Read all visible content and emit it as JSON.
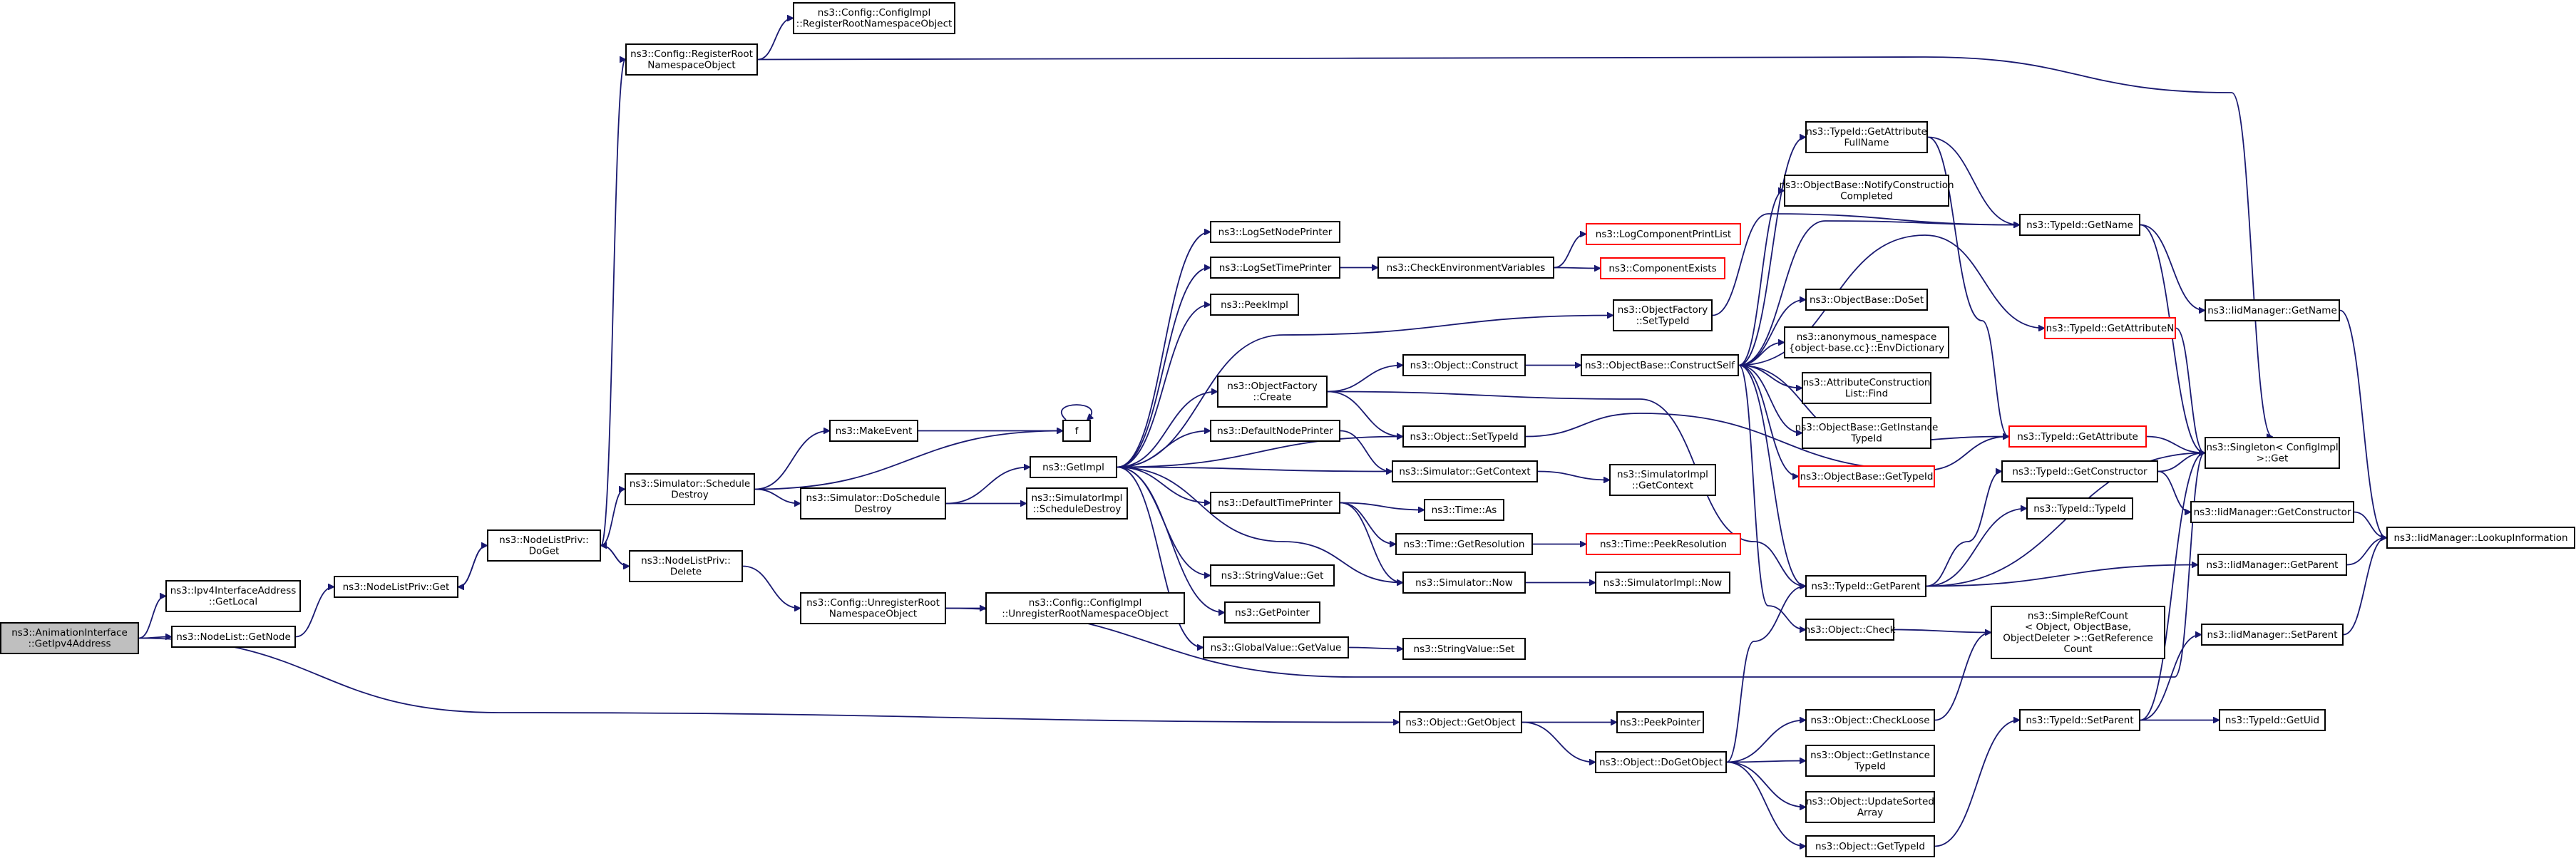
{
  "nodes": [
    {
      "id": "root",
      "lines": [
        "ns3::AnimationInterface",
        "::GetIpv4Address"
      ],
      "root": true
    },
    {
      "id": "ipv4local",
      "lines": [
        "ns3::Ipv4InterfaceAddress",
        "::GetLocal"
      ]
    },
    {
      "id": "nlgetnode",
      "lines": [
        "ns3::NodeList::GetNode"
      ]
    },
    {
      "id": "nlpget",
      "lines": [
        "ns3::NodeListPriv::Get"
      ]
    },
    {
      "id": "nlpdoget",
      "lines": [
        "ns3::NodeListPriv::",
        "DoGet"
      ]
    },
    {
      "id": "nlpdelete",
      "lines": [
        "ns3::NodeListPriv::",
        "Delete"
      ]
    },
    {
      "id": "cfgreg",
      "lines": [
        "ns3::Config::RegisterRoot",
        "NamespaceObject"
      ]
    },
    {
      "id": "cfgimplreg",
      "lines": [
        "ns3::Config::ConfigImpl",
        "::RegisterRootNamespaceObject"
      ]
    },
    {
      "id": "simschedd",
      "lines": [
        "ns3::Simulator::Schedule",
        "Destroy"
      ]
    },
    {
      "id": "makeevent",
      "lines": [
        "ns3::MakeEvent"
      ]
    },
    {
      "id": "f",
      "lines": [
        "f"
      ]
    },
    {
      "id": "simdoschedd",
      "lines": [
        "ns3::Simulator::DoSchedule",
        "Destroy"
      ]
    },
    {
      "id": "getimpl",
      "lines": [
        "ns3::GetImpl"
      ]
    },
    {
      "id": "simimplschedd",
      "lines": [
        "ns3::SimulatorImpl",
        "::ScheduleDestroy"
      ]
    },
    {
      "id": "cfgunreg",
      "lines": [
        "ns3::Config::UnregisterRoot",
        "NamespaceObject"
      ]
    },
    {
      "id": "cfgimplunreg",
      "lines": [
        "ns3::Config::ConfigImpl",
        "::UnregisterRootNamespaceObject"
      ]
    },
    {
      "id": "objgetobj",
      "lines": [
        "ns3::Object::GetObject"
      ]
    },
    {
      "id": "logsetnode",
      "lines": [
        "ns3::LogSetNodePrinter"
      ]
    },
    {
      "id": "logsettime",
      "lines": [
        "ns3::LogSetTimePrinter"
      ]
    },
    {
      "id": "peekimpl",
      "lines": [
        "ns3::PeekImpl"
      ]
    },
    {
      "id": "objfcreate",
      "lines": [
        "ns3::ObjectFactory",
        "::Create"
      ]
    },
    {
      "id": "defnode",
      "lines": [
        "ns3::DefaultNodePrinter"
      ]
    },
    {
      "id": "deftime",
      "lines": [
        "ns3::DefaultTimePrinter"
      ]
    },
    {
      "id": "strvalget",
      "lines": [
        "ns3::StringValue::Get"
      ]
    },
    {
      "id": "getpointer",
      "lines": [
        "ns3::GetPointer"
      ]
    },
    {
      "id": "gvgetvalue",
      "lines": [
        "ns3::GlobalValue::GetValue"
      ]
    },
    {
      "id": "checkenv",
      "lines": [
        "ns3::CheckEnvironmentVariables"
      ]
    },
    {
      "id": "objconstruct",
      "lines": [
        "ns3::Object::Construct"
      ]
    },
    {
      "id": "objsettypeid",
      "lines": [
        "ns3::Object::SetTypeId"
      ]
    },
    {
      "id": "simgetctx",
      "lines": [
        "ns3::Simulator::GetContext"
      ]
    },
    {
      "id": "timeas",
      "lines": [
        "ns3::Time::As"
      ]
    },
    {
      "id": "timegetres",
      "lines": [
        "ns3::Time::GetResolution"
      ]
    },
    {
      "id": "simnow",
      "lines": [
        "ns3::Simulator::Now"
      ]
    },
    {
      "id": "strvalset",
      "lines": [
        "ns3::StringValue::Set"
      ]
    },
    {
      "id": "peekpointer",
      "lines": [
        "ns3::PeekPointer"
      ]
    },
    {
      "id": "objdogetobj",
      "lines": [
        "ns3::Object::DoGetObject"
      ]
    },
    {
      "id": "logcompprint",
      "lines": [
        "ns3::LogComponentPrintList"
      ],
      "red": true
    },
    {
      "id": "compexists",
      "lines": [
        "ns3::ComponentExists"
      ],
      "red": true
    },
    {
      "id": "objfsettid",
      "lines": [
        "ns3::ObjectFactory",
        "::SetTypeId"
      ]
    },
    {
      "id": "obconstself",
      "lines": [
        "ns3::ObjectBase::ConstructSelf"
      ]
    },
    {
      "id": "simimplgetctx",
      "lines": [
        "ns3::SimulatorImpl",
        "::GetContext"
      ]
    },
    {
      "id": "timepeekres",
      "lines": [
        "ns3::Time::PeekResolution"
      ],
      "red": true
    },
    {
      "id": "simimplnow",
      "lines": [
        "ns3::SimulatorImpl::Now"
      ]
    },
    {
      "id": "tidgetattrfull",
      "lines": [
        "ns3::TypeId::GetAttribute",
        "FullName"
      ]
    },
    {
      "id": "obnotify",
      "lines": [
        "ns3::ObjectBase::NotifyConstruction",
        "Completed"
      ]
    },
    {
      "id": "obdoset",
      "lines": [
        "ns3::ObjectBase::DoSet"
      ]
    },
    {
      "id": "anonenv",
      "lines": [
        "ns3::anonymous_namespace",
        "{object-base.cc}::EnvDictionary"
      ]
    },
    {
      "id": "attrfind",
      "lines": [
        "ns3::AttributeConstruction",
        "List::Find"
      ]
    },
    {
      "id": "obgetinst",
      "lines": [
        "ns3::ObjectBase::GetInstance",
        "TypeId"
      ]
    },
    {
      "id": "obgettid",
      "lines": [
        "ns3::ObjectBase::GetTypeId"
      ],
      "red": true
    },
    {
      "id": "tidgetparent",
      "lines": [
        "ns3::TypeId::GetParent"
      ]
    },
    {
      "id": "objcheck",
      "lines": [
        "ns3::Object::Check"
      ]
    },
    {
      "id": "objcheckloose",
      "lines": [
        "ns3::Object::CheckLoose"
      ]
    },
    {
      "id": "objgetinsttid",
      "lines": [
        "ns3::Object::GetInstance",
        "TypeId"
      ]
    },
    {
      "id": "objupdsorted",
      "lines": [
        "ns3::Object::UpdateSorted",
        "Array"
      ]
    },
    {
      "id": "objgettid",
      "lines": [
        "ns3::Object::GetTypeId"
      ]
    },
    {
      "id": "tidgetname",
      "lines": [
        "ns3::TypeId::GetName"
      ]
    },
    {
      "id": "tidgetattrn",
      "lines": [
        "ns3::TypeId::GetAttributeN"
      ],
      "red": true
    },
    {
      "id": "tidgetattr",
      "lines": [
        "ns3::TypeId::GetAttribute"
      ],
      "red": true
    },
    {
      "id": "tidgetctor",
      "lines": [
        "ns3::TypeId::GetConstructor"
      ]
    },
    {
      "id": "tidtypeid",
      "lines": [
        "ns3::TypeId::TypeId"
      ]
    },
    {
      "id": "simplerc",
      "lines": [
        "ns3::SimpleRefCount",
        "< Object, ObjectBase,",
        "ObjectDeleter >::GetReference",
        "Count"
      ]
    },
    {
      "id": "tidsetparent",
      "lines": [
        "ns3::TypeId::SetParent"
      ]
    },
    {
      "id": "iidmgetname",
      "lines": [
        "ns3::IidManager::GetName"
      ]
    },
    {
      "id": "singleton",
      "lines": [
        "ns3::Singleton< ConfigImpl",
        ">::Get"
      ]
    },
    {
      "id": "iidmgetctor",
      "lines": [
        "ns3::IidManager::GetConstructor"
      ]
    },
    {
      "id": "iidmgetparent",
      "lines": [
        "ns3::IidManager::GetParent"
      ]
    },
    {
      "id": "iidmsetparent",
      "lines": [
        "ns3::IidManager::SetParent"
      ]
    },
    {
      "id": "tidgetuid",
      "lines": [
        "ns3::TypeId::GetUid"
      ]
    },
    {
      "id": "iidmlookup",
      "lines": [
        "ns3::IidManager::LookupInformation"
      ]
    }
  ]
}
